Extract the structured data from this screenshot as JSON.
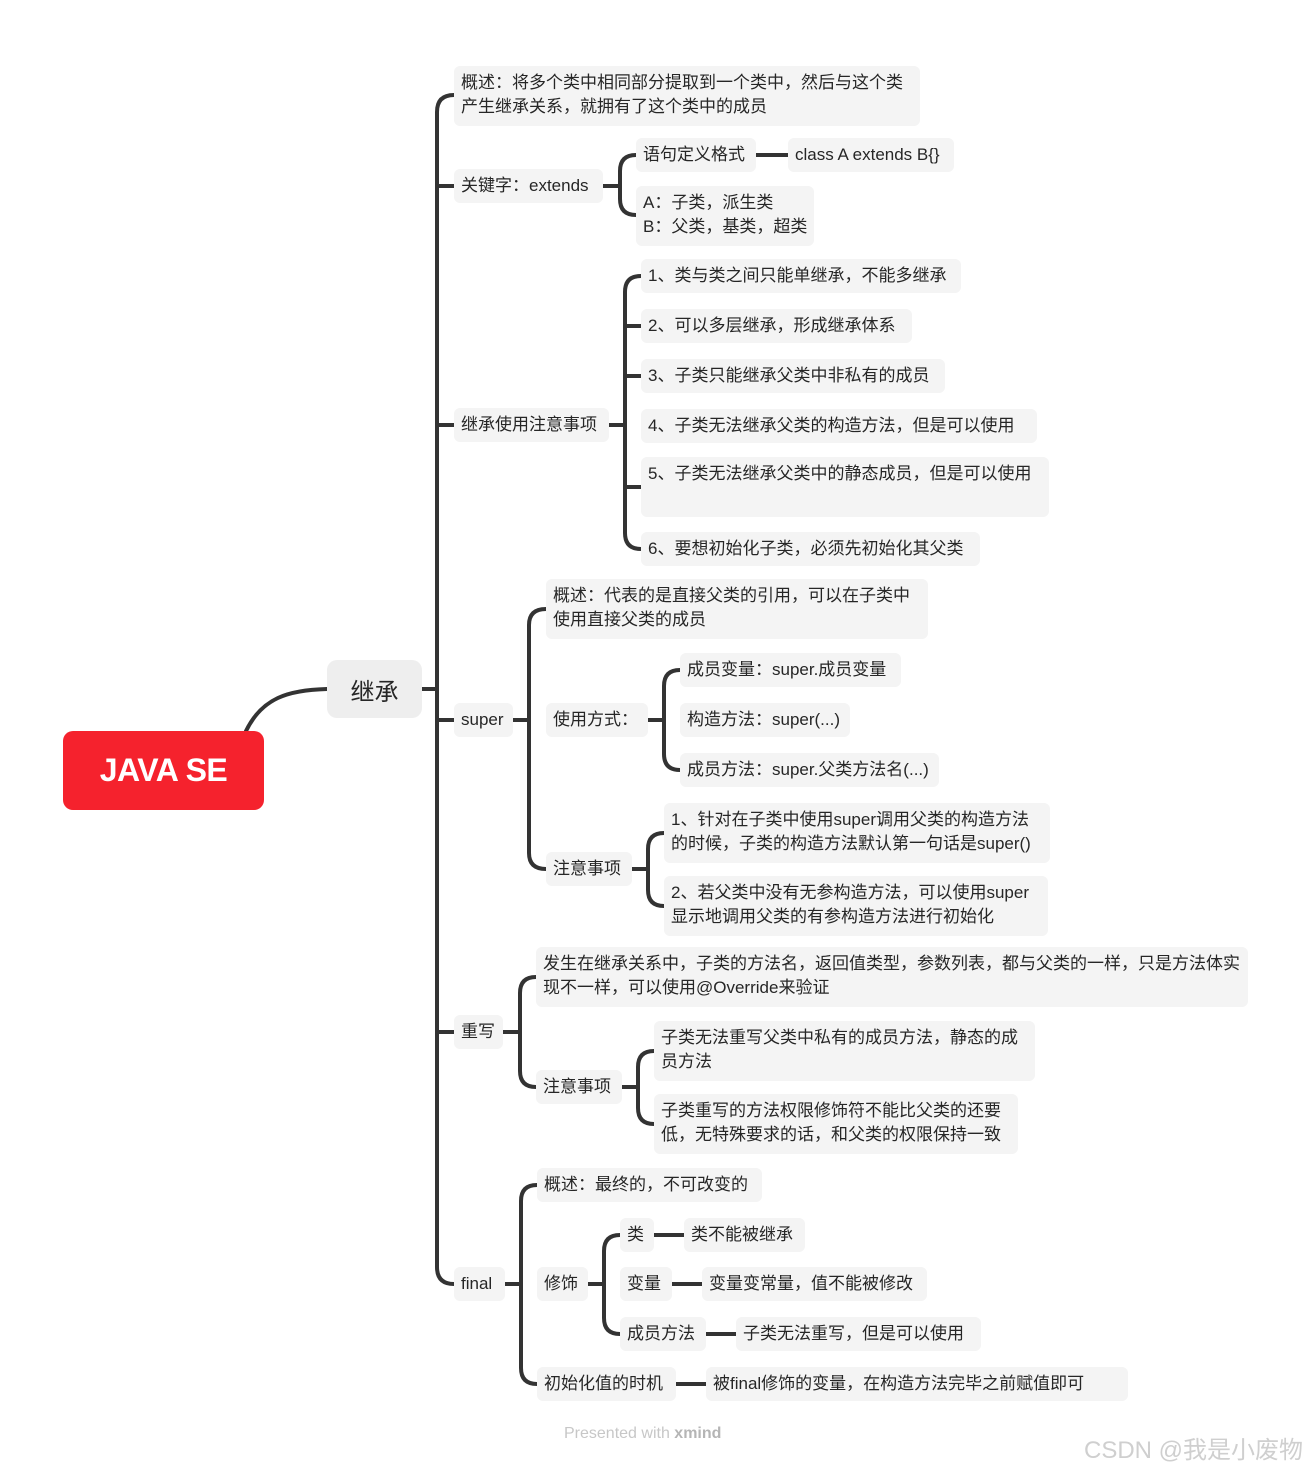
{
  "root": "JAVA SE",
  "main": "继承",
  "overview": "概述：将多个类中相同部分提取到一个类中，然后与这个类产生继承关系，就拥有了这个类中的成员",
  "keyword": {
    "label": "关键字：extends",
    "syntax_label": "语句定义格式",
    "syntax_value": "class A extends B{}",
    "ab_line1": "A：子类，派生类",
    "ab_line2": "B：父类，基类，超类"
  },
  "notes": {
    "label": "继承使用注意事项",
    "items": [
      "1、类与类之间只能单继承，不能多继承",
      "2、可以多层继承，形成继承体系",
      "3、子类只能继承父类中非私有的成员",
      "4、子类无法继承父类的构造方法，但是可以使用",
      "5、子类无法继承父类中的静态成员，但是可以使用",
      "6、要想初始化子类，必须先初始化其父类"
    ]
  },
  "super": {
    "label": "super",
    "overview": "概述：代表的是直接父类的引用，可以在子类中使用直接父类的成员",
    "usage_label": "使用方式：",
    "usage": [
      "成员变量：super.成员变量",
      "构造方法：super(...)",
      "成员方法：super.父类方法名(...)"
    ],
    "notes_label": "注意事项",
    "notes": [
      "1、针对在子类中使用super调用父类的构造方法的时候，子类的构造方法默认第一句话是super()",
      "2、若父类中没有无参构造方法，可以使用super显示地调用父类的有参构造方法进行初始化"
    ]
  },
  "override": {
    "label": "重写",
    "desc": "发生在继承关系中，子类的方法名，返回值类型，参数列表，都与父类的一样，只是方法体实现不一样，可以使用@Override来验证",
    "notes_label": "注意事项",
    "notes": [
      "子类无法重写父类中私有的成员方法，静态的成员方法",
      "子类重写的方法权限修饰符不能比父类的还要低，无特殊要求的话，和父类的权限保持一致"
    ]
  },
  "final": {
    "label": "final",
    "overview": "概述：最终的，不可改变的",
    "modifier_label": "修饰",
    "class_label": "类",
    "class_value": "类不能被继承",
    "var_label": "变量",
    "var_value": "变量变常量，值不能被修改",
    "method_label": "成员方法",
    "method_value": "子类无法重写，但是可以使用",
    "init_label": "初始化值的时机",
    "init_value": "被final修饰的变量，在构造方法完毕之前赋值即可"
  },
  "footer": {
    "prefix": "Presented with",
    "brand": "xmind"
  },
  "watermark": "CSDN @我是小废物",
  "colors": {
    "root": "#f5222d",
    "line": "#333333",
    "node_bg": "#f4f4f4"
  }
}
